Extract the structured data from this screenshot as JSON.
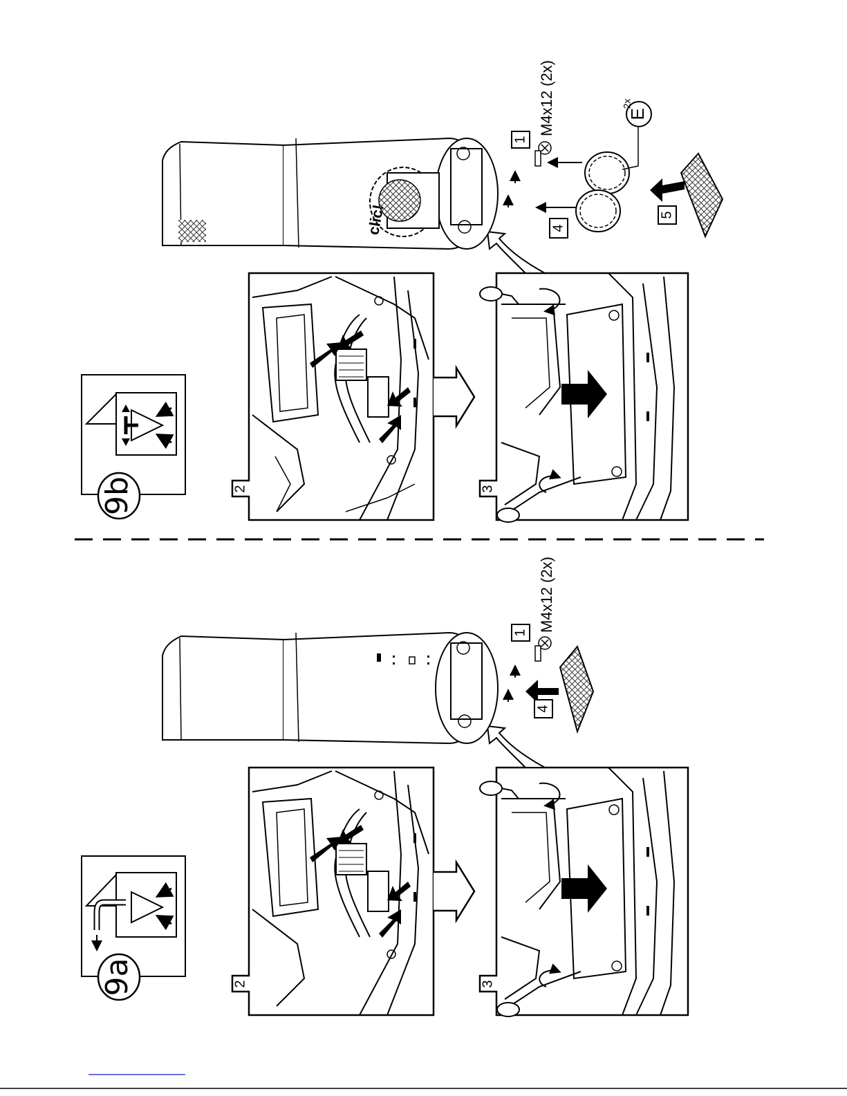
{
  "sections": [
    {
      "id": "9a",
      "badge": "9a",
      "icon": "ducted-extraction-icon",
      "steps": {
        "connector": "2",
        "panel": "3",
        "filter": "4",
        "screws": "1"
      },
      "screw_spec": "M4x12 (2x)"
    },
    {
      "id": "9b",
      "badge": "9b",
      "icon": "recirculation-icon",
      "steps": {
        "connector": "2",
        "panel": "3",
        "rings": "4",
        "filter": "5",
        "screws": "1"
      },
      "screw_spec": "M4x12 (2x)",
      "part_letter": "E",
      "part_qty": "2x",
      "click_text": "clic!"
    }
  ],
  "colors": {
    "ink": "#000000",
    "paper": "#ffffff",
    "hatch": "#555555",
    "footer_line": "#3344cc"
  }
}
